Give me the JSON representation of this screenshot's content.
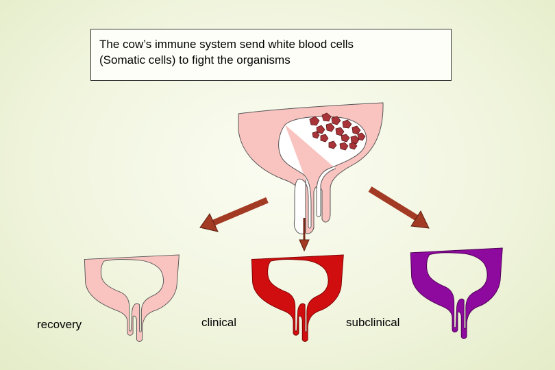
{
  "caption": {
    "line1": "The cow’s immune system send white blood cells",
    "line2": "(Somatic cells) to fight the organisms"
  },
  "labels": {
    "recovery": "recovery",
    "clinical": "clinical",
    "subclinical": "subclinical"
  },
  "colors": {
    "udder_pink": "#f9c4c0",
    "udder_outline": "#555555",
    "cell_fill": "#a8343a",
    "clinical_red": "#d00e10",
    "subclinical_purple": "#8e0a9e",
    "arrow_brown": "#a23a24"
  }
}
